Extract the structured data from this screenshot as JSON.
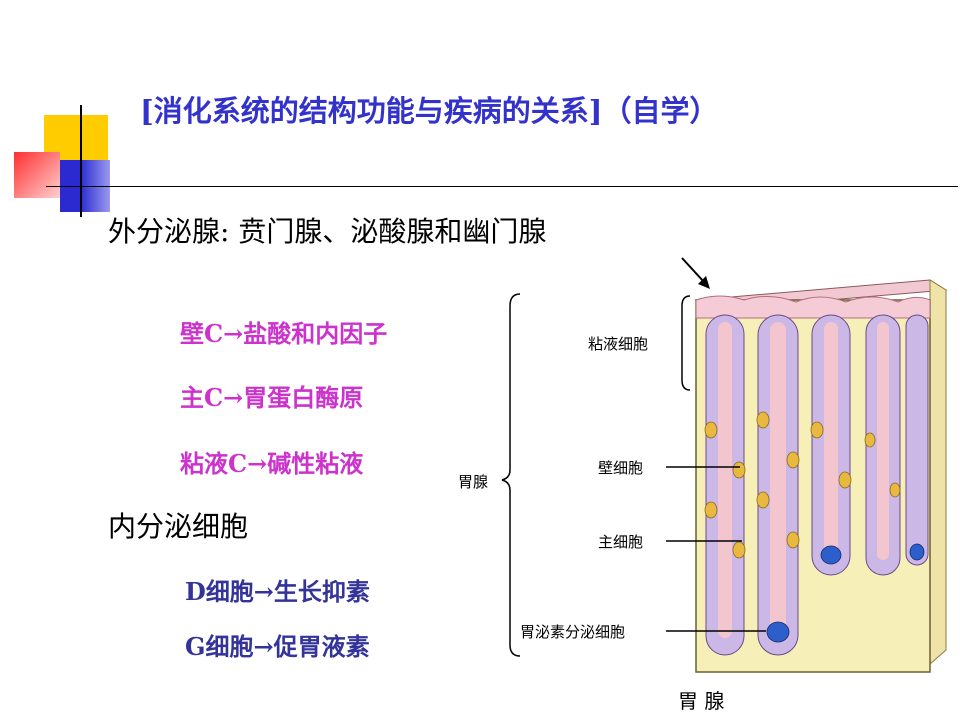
{
  "title": "[消化系统的结构功能与疾病的关系]（自学）",
  "exocrine": {
    "heading": "外分泌腺: 贲门腺、泌酸腺和幽门腺",
    "items": [
      "壁C→盐酸和内因子",
      "主C→胃蛋白酶原",
      "粘液C→碱性粘液"
    ]
  },
  "endocrine": {
    "heading": "内分泌细胞",
    "items": [
      "D细胞→生长抑素",
      "G细胞→促胃液素"
    ]
  },
  "diagram": {
    "caption": "胃 腺",
    "labels": {
      "gland": "胃腺",
      "mucous": "粘液细胞",
      "parietal": "壁细胞",
      "chief": "主细胞",
      "endocrine": "胃泌素分泌细胞"
    }
  },
  "colors": {
    "title": "#3333cc",
    "exocrine_items": "#cc33cc",
    "endocrine_items": "#333399",
    "deco_yellow": "#ffcc00",
    "deco_blue": "#3333cc",
    "deco_red": "#ff3333"
  }
}
